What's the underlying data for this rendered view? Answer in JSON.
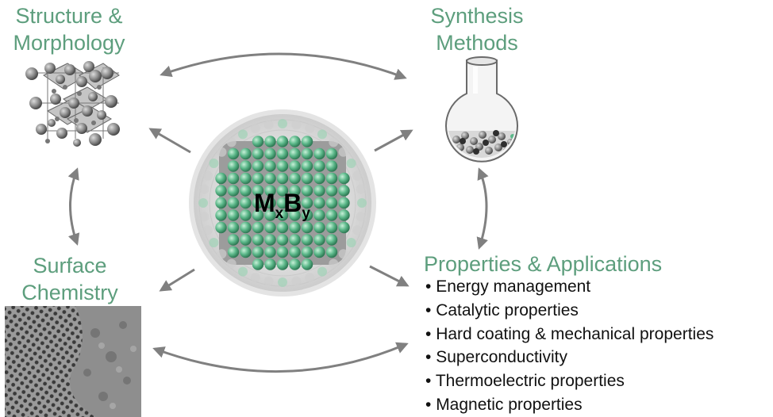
{
  "nodes": {
    "structure": {
      "line1": "Structure &",
      "line2": "Morphology"
    },
    "synthesis": {
      "line1": "Synthesis",
      "line2": "Methods"
    },
    "surface": {
      "line1": "Surface",
      "line2": "Chemistry"
    },
    "properties": {
      "title": "Properties & Applications",
      "items": [
        "Energy management",
        "Catalytic properties",
        "Hard coating & mechanical properties",
        "Superconductivity",
        "Thermoelectric properties",
        "Magnetic properties"
      ]
    }
  },
  "center": {
    "formula_main_1": "M",
    "formula_sub_1": "x",
    "formula_main_2": "B",
    "formula_sub_2": "y"
  },
  "colors": {
    "label_green": "#5d9e7d",
    "arrow_gray": "#808080",
    "atom_green": "#5cb88a",
    "atom_gray": "#8c8c8c"
  }
}
